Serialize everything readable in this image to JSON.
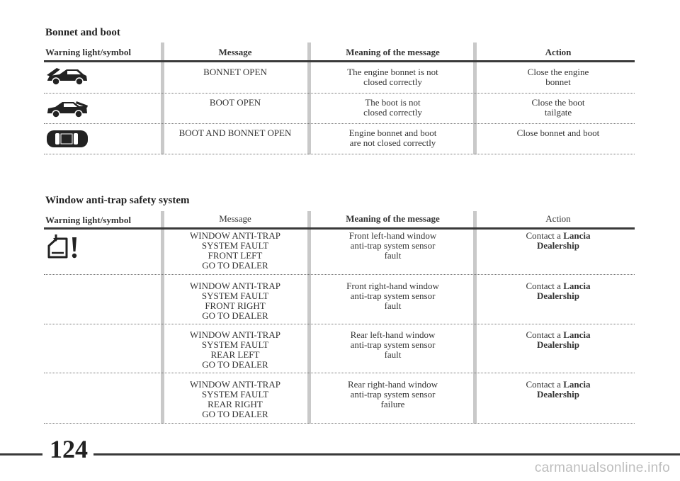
{
  "section1": {
    "title": "Bonnet and boot",
    "headers": {
      "symbol": "Warning light/symbol",
      "message": "Message",
      "meaning": "Meaning of the message",
      "action": "Action"
    },
    "rows": [
      {
        "icon": "car-bonnet-open-icon",
        "message": "BONNET OPEN",
        "meaning": "The engine bonnet is not\nclosed correctly",
        "action": "Close the engine\nbonnet"
      },
      {
        "icon": "car-boot-open-icon",
        "message": "BOOT OPEN",
        "meaning": "The boot is not\nclosed correctly",
        "action": "Close the boot\ntailgate"
      },
      {
        "icon": "car-bonnet-boot-open-icon",
        "message": "BOOT AND BONNET OPEN",
        "meaning": "Engine bonnet and boot\nare not closed correctly",
        "action": "Close bonnet and boot"
      }
    ]
  },
  "section2": {
    "title": "Window anti-trap safety system",
    "headers": {
      "symbol": "Warning light/symbol",
      "message": "Message",
      "meaning": "Meaning of the message",
      "action": "Action"
    },
    "icon": "window-anti-trap-warning-icon",
    "rows": [
      {
        "message": "WINDOW ANTI-TRAP\nSYSTEM FAULT\nFRONT LEFT\nGO TO DEALER",
        "meaning": "Front left-hand window\nanti-trap system sensor\nfault",
        "action_prefix": "Contact a ",
        "action_brand": "Lancia",
        "action_suffix": "Dealership"
      },
      {
        "message": "WINDOW ANTI-TRAP\nSYSTEM FAULT\nFRONT RIGHT\nGO TO DEALER",
        "meaning": "Front right-hand window\nanti-trap system sensor\nfault",
        "action_prefix": "Contact a ",
        "action_brand": "Lancia",
        "action_suffix": "Dealership"
      },
      {
        "message": "WINDOW ANTI-TRAP\nSYSTEM FAULT\nREAR LEFT\nGO TO DEALER",
        "meaning": "Rear left-hand window\nanti-trap system sensor\nfault",
        "action_prefix": "Contact a ",
        "action_brand": "Lancia",
        "action_suffix": "Dealership"
      },
      {
        "message": "WINDOW ANTI-TRAP\nSYSTEM FAULT\nREAR RIGHT\nGO TO DEALER",
        "meaning": "Rear right-hand window\nanti-trap system sensor\nfailure",
        "action_prefix": "Contact a ",
        "action_brand": "Lancia",
        "action_suffix": "Dealership"
      }
    ]
  },
  "page_number": "124",
  "watermark": "carmanualsonline.info"
}
